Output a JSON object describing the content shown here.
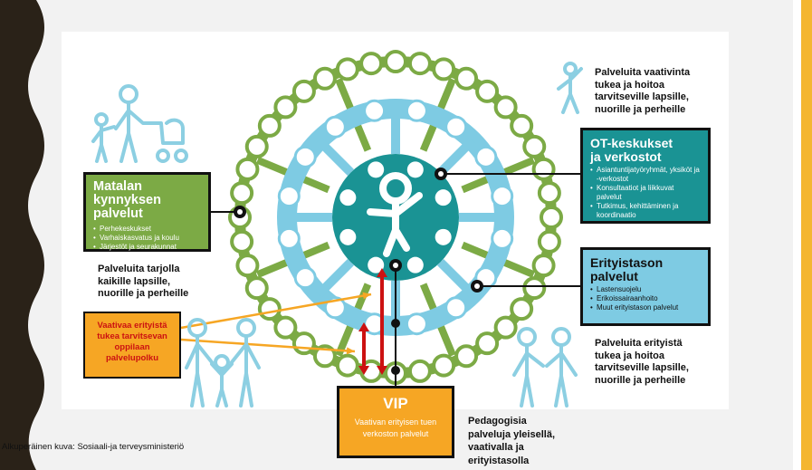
{
  "colors": {
    "green": "#7caa45",
    "light_blue": "#7ecbe3",
    "teal": "#1a9394",
    "orange": "#f6a624",
    "red": "#cc1111",
    "dark_edge": "#2a2218",
    "yellow_strip": "#f4b631",
    "figure_blue": "#8ccfe2"
  },
  "icons": [
    "person-family-icon",
    "person-waving-icon",
    "parents-with-child-icon",
    "child-center-icon"
  ],
  "boxes": {
    "low_threshold": {
      "title": [
        "Matalan",
        "kynnyksen",
        "palvelut"
      ],
      "items": [
        "Perhekeskukset",
        "Varhaiskasvatus ja koulu",
        "Järjestöt ja seurakunnat"
      ]
    },
    "ot": {
      "title": [
        "OT-keskukset",
        "ja verkostot"
      ],
      "items": [
        "Asiantuntijatyöryhmät, yksiköt ja -verkostot",
        "Konsultaatiot ja liikkuvat palvelut",
        "Tutkimus, kehittäminen ja koordinaatio"
      ]
    },
    "special": {
      "title": [
        "Erityistason",
        "palvelut"
      ],
      "items": [
        "Lastensuojelu",
        "Erikoissairaanhoito",
        "Muut erityistason palvelut"
      ]
    },
    "demanding": {
      "lines": [
        "Vaativaa erityistä",
        "tukea tarvitsevan",
        "oppilaan",
        "palvelupolku"
      ]
    },
    "vip": {
      "title": "VIP",
      "lines": [
        "Vaativan erityisen tuen",
        "verkoston palvelut"
      ]
    }
  },
  "notes": {
    "top_right": [
      "Palveluita vaativinta",
      "tukea ja hoitoa",
      "tarvitseville lapsille,",
      "nuorille ja perheille"
    ],
    "left": [
      "Palveluita tarjolla",
      "kaikille lapsille,",
      "nuorille ja perheille"
    ],
    "bottom_right": [
      "Palveluita erityistä",
      "tukea ja hoitoa",
      "tarvitseville lapsille,",
      "nuorille ja perheille"
    ],
    "pedagogic": [
      "Pedagogisia",
      "palveluja yleisellä,",
      "vaativalla ja",
      "erityistasolla"
    ]
  },
  "credit": "Alkuperäinen kuva: Sosiaali-ja terveysministeriö"
}
